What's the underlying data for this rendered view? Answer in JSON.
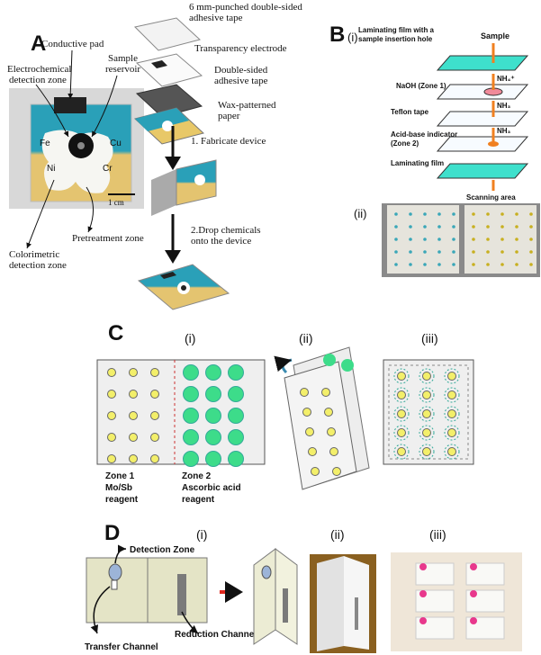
{
  "panels": {
    "a": {
      "letter": "A",
      "pad_labels": [
        "Fe",
        "Cu",
        "Ni",
        "Cr"
      ],
      "scale_bar": "1 cm",
      "callouts": {
        "conductive_pad": "Conductive pad",
        "sample_reservoir_1": "Sample",
        "sample_reservoir_2": "reservoir",
        "electrochem_1": "Electrochemical",
        "electrochem_2": "detection zone",
        "colorimetric_1": "Colorimetric",
        "colorimetric_2": "detection zone",
        "pretreatment": "Pretreatment zone"
      },
      "layers": {
        "tape_1": "6 mm-punched double-sided",
        "tape_2": "adhesive tape",
        "electrode": "Transparency electrode",
        "adhesive_1": "Double-sided",
        "adhesive_2": "adhesive tape",
        "wax_1": "Wax-patterned",
        "wax_2": "paper"
      },
      "steps": {
        "step1": "1. Fabricate device",
        "step2a": "2.Drop chemicals",
        "step2b": "onto the device"
      }
    },
    "b": {
      "letter": "B",
      "sub_i": "(i)",
      "sub_ii": "(ii)",
      "lam_hole_1": "Laminating film with a",
      "lam_hole_2": "sample insertion hole",
      "sample": "Sample",
      "naoh": "NaOH (Zone 1)",
      "teflon": "Teflon tape",
      "indicator_1": "Acid-base indicator",
      "indicator_2": "(Zone 2)",
      "lam_film": "Laminating film",
      "scanning": "Scanning area",
      "nh4": "NH₄⁺",
      "nh3a": "NH₃",
      "nh3b": "NH₃"
    },
    "c": {
      "letter": "C",
      "sub_i": "(i)",
      "sub_ii": "(ii)",
      "sub_iii": "(iii)",
      "zone1_a": "Zone 1",
      "zone1_b": "Mo/Sb",
      "zone1_c": "reagent",
      "zone2_a": "Zone 2",
      "zone2_b": "Ascorbic acid",
      "zone2_c": "reagent"
    },
    "d": {
      "letter": "D",
      "sub_i": "(i)",
      "sub_ii": "(ii)",
      "sub_iii": "(iii)",
      "detection": "Detection Zone",
      "reduction": "Reduction Channel",
      "transfer": "Transfer Channel"
    }
  },
  "colors": {
    "yellow_dot": "#f3ef6a",
    "green_dot": "#3ddc8a",
    "cyan_film": "#40e0d0",
    "orange_arrow": "#f08020",
    "red_arrow": "#e0281e",
    "pink_spot": "#e8388c"
  }
}
